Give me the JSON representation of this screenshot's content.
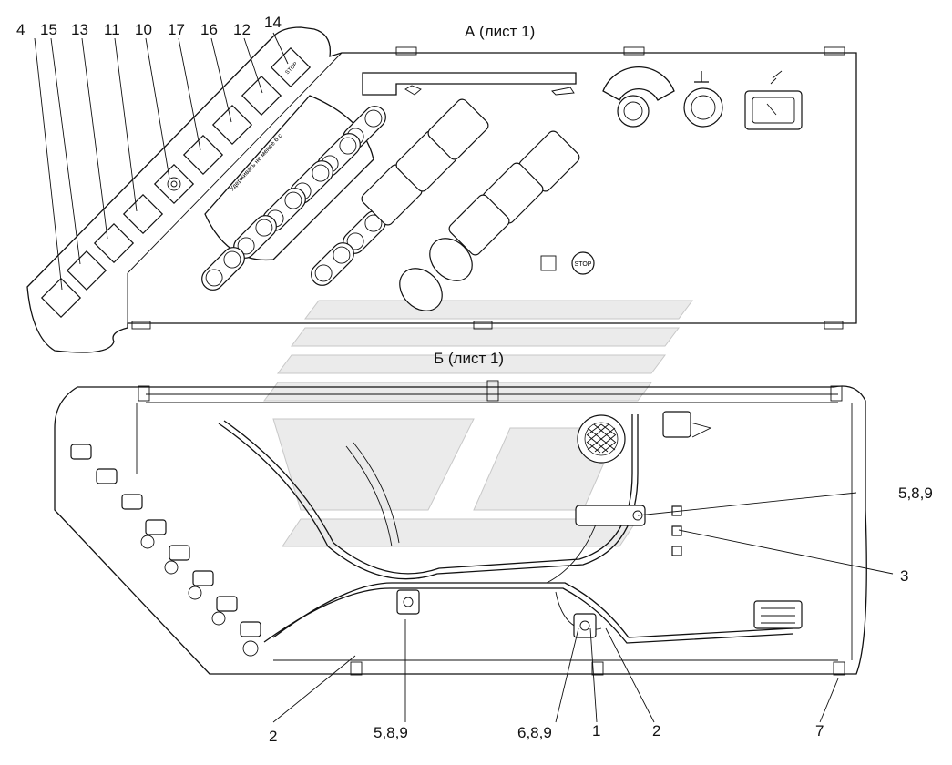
{
  "views": {
    "view_a_title": "А (лист 1)",
    "view_b_title": "Б (лист 1)"
  },
  "top_callouts": [
    "4",
    "15",
    "13",
    "11",
    "10",
    "17",
    "16",
    "12",
    "14"
  ],
  "bottom_callouts": {
    "c2_left": "2",
    "c589_left": "5,8,9",
    "c689": "6,8,9",
    "c1": "1",
    "c2_right": "2",
    "c7": "7"
  },
  "right_callouts": {
    "c589": "5,8,9",
    "c3": "3"
  },
  "panel_text": {
    "stop_small": "STOP",
    "stop_round": "STOP",
    "curved_caption": "Удерживать не менее 6 с"
  }
}
